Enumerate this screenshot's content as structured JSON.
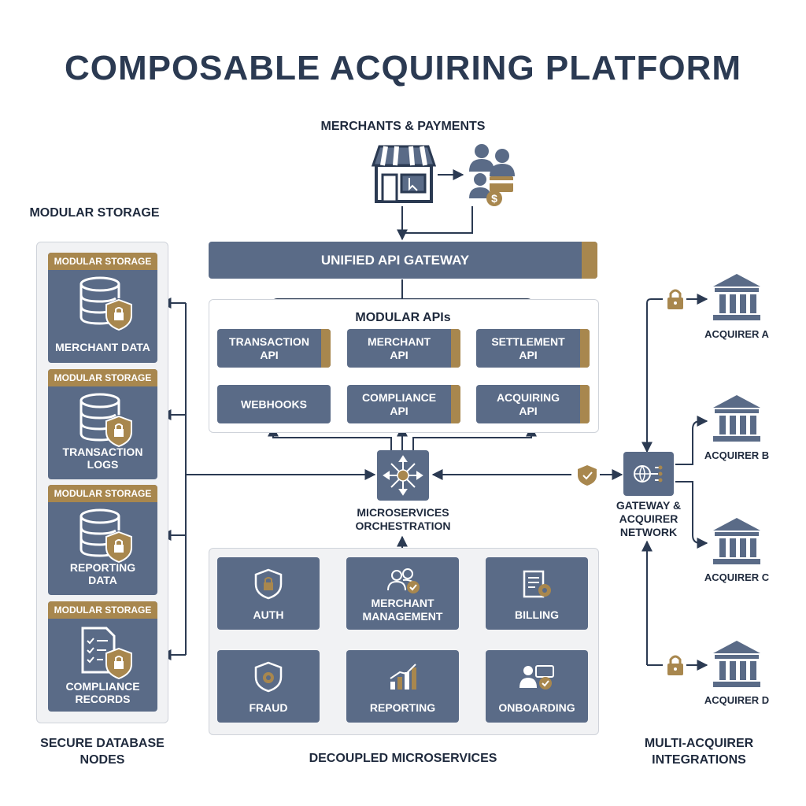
{
  "title": "COMPOSABLE ACQUIRING PLATFORM",
  "merchants_heading": "MERCHANTS & PAYMENTS",
  "modular_storage_heading": "MODULAR STORAGE",
  "storage_nodes": [
    {
      "tag": "MODULAR STORAGE",
      "label": "MERCHANT DATA",
      "icon": "database-lock-icon"
    },
    {
      "tag": "MODULAR STORAGE",
      "label": "TRANSACTION\nLOGS",
      "icon": "database-lock-icon"
    },
    {
      "tag": "MODULAR STORAGE",
      "label": "REPORTING\nDATA",
      "icon": "database-lock-icon"
    },
    {
      "tag": "MODULAR STORAGE",
      "label": "COMPLIANCE\nRECORDS",
      "icon": "checklist-lock-icon"
    }
  ],
  "secure_db_caption": "SECURE DATABASE\nNODES",
  "gateway_label": "UNIFIED API GATEWAY",
  "modular_apis_heading": "MODULAR APIs",
  "apis": [
    {
      "label": "TRANSACTION\nAPI",
      "accent": true
    },
    {
      "label": "MERCHANT\nAPI",
      "accent": true
    },
    {
      "label": "SETTLEMENT\nAPI",
      "accent": true
    },
    {
      "label": "WEBHOOKS",
      "accent": false
    },
    {
      "label": "COMPLIANCE\nAPI",
      "accent": true
    },
    {
      "label": "ACQUIRING\nAPI",
      "accent": true
    }
  ],
  "orchestration_label": "MICROSERVICES\nORCHESTRATION",
  "microservices": [
    {
      "label": "AUTH",
      "icon": "shield-lock-icon"
    },
    {
      "label": "MERCHANT\nMANAGEMENT",
      "icon": "users-check-icon"
    },
    {
      "label": "BILLING",
      "icon": "invoice-gear-icon"
    },
    {
      "label": "FRAUD",
      "icon": "shield-gear-icon"
    },
    {
      "label": "REPORTING",
      "icon": "bar-chart-icon"
    },
    {
      "label": "ONBOARDING",
      "icon": "user-card-check-icon"
    }
  ],
  "decoupled_caption": "DECOUPLED MICROSERVICES",
  "gateway_network_label": "GATEWAY &\nACQUIRER\nNETWORK",
  "acquirers": [
    "ACQUIRER A",
    "ACQUIRER B",
    "ACQUIRER C",
    "ACQUIRER D"
  ],
  "multi_acquirer_caption": "MULTI-ACQUIRER\nINTEGRATIONS",
  "colors": {
    "navy": "#2b3a52",
    "slate": "#5a6b87",
    "gold": "#a8874e",
    "panel": "#f1f2f4"
  }
}
